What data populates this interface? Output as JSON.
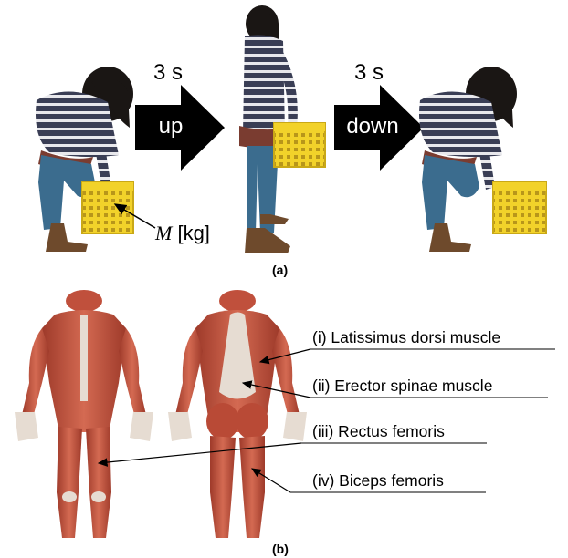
{
  "panel_a": {
    "label": "(a)",
    "arrow_up": {
      "time": "3 s",
      "text": "up"
    },
    "arrow_down": {
      "time": "3 s",
      "text": "down"
    },
    "mass": {
      "symbol": "M",
      "unit": "[kg]"
    }
  },
  "panel_b": {
    "label": "(b)",
    "muscles": [
      {
        "label": "(i) Latissimus dorsi muscle"
      },
      {
        "label": "(ii) Erector spinae muscle"
      },
      {
        "label": "(iii) Rectus femoris"
      },
      {
        "label": "(iv) Biceps femoris"
      }
    ]
  },
  "colors": {
    "arrow": "#000000",
    "crate": "#f2d22a",
    "sweater": "#3a3e55",
    "jeans": "#3b6c8e",
    "hair": "#1a1614",
    "boots": "#6e4a2c",
    "muscle": "#c0503c",
    "tendon": "#e6dcd2"
  }
}
